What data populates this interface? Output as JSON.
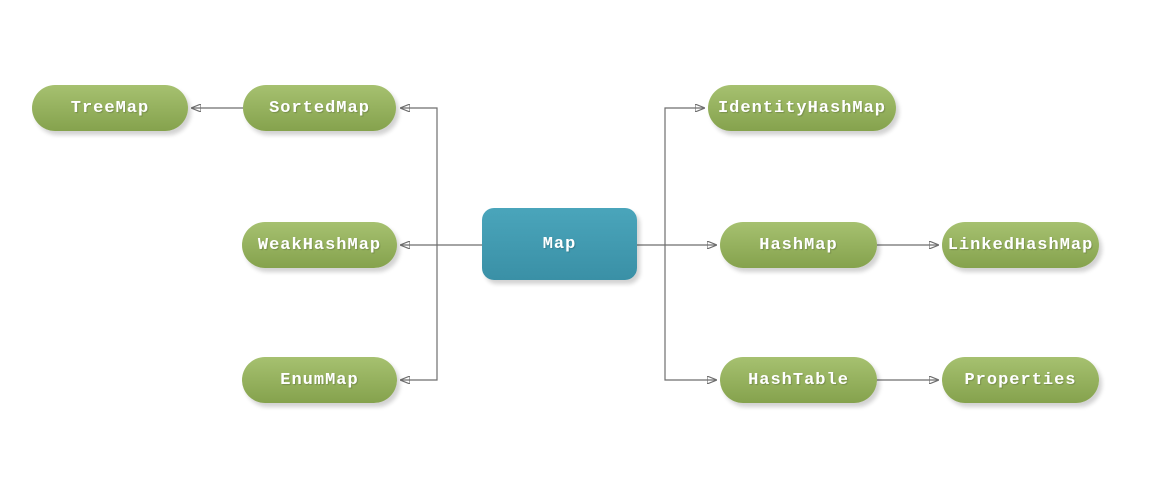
{
  "diagram": {
    "type": "class-hierarchy",
    "nodes": {
      "map": {
        "label": "Map",
        "shape": "rounded-rect",
        "color_top": "#4aa5bb",
        "color_bottom": "#3a90a6"
      },
      "sortedmap": {
        "label": "SortedMap",
        "shape": "pill",
        "color_top": "#a6c170",
        "color_bottom": "#85a24d"
      },
      "treemap": {
        "label": "TreeMap",
        "shape": "pill",
        "color_top": "#a6c170",
        "color_bottom": "#85a24d"
      },
      "weakhashmap": {
        "label": "WeakHashMap",
        "shape": "pill",
        "color_top": "#a6c170",
        "color_bottom": "#85a24d"
      },
      "enummap": {
        "label": "EnumMap",
        "shape": "pill",
        "color_top": "#a6c170",
        "color_bottom": "#85a24d"
      },
      "identityhashmap": {
        "label": "IdentityHashMap",
        "shape": "pill",
        "color_top": "#a6c170",
        "color_bottom": "#85a24d"
      },
      "hashmap": {
        "label": "HashMap",
        "shape": "pill",
        "color_top": "#a6c170",
        "color_bottom": "#85a24d"
      },
      "linkedhashmap": {
        "label": "LinkedHashMap",
        "shape": "pill",
        "color_top": "#a6c170",
        "color_bottom": "#85a24d"
      },
      "hashtable": {
        "label": "HashTable",
        "shape": "pill",
        "color_top": "#a6c170",
        "color_bottom": "#85a24d"
      },
      "properties": {
        "label": "Properties",
        "shape": "pill",
        "color_top": "#a6c170",
        "color_bottom": "#85a24d"
      }
    },
    "edges": [
      {
        "from": "Map",
        "to": "SortedMap"
      },
      {
        "from": "SortedMap",
        "to": "TreeMap"
      },
      {
        "from": "Map",
        "to": "WeakHashMap"
      },
      {
        "from": "Map",
        "to": "EnumMap"
      },
      {
        "from": "Map",
        "to": "IdentityHashMap"
      },
      {
        "from": "Map",
        "to": "HashMap"
      },
      {
        "from": "HashMap",
        "to": "LinkedHashMap"
      },
      {
        "from": "Map",
        "to": "HashTable"
      },
      {
        "from": "HashTable",
        "to": "Properties"
      }
    ]
  },
  "colors": {
    "green_top": "#a6c170",
    "green_bottom": "#85a24d",
    "teal_top": "#4aa5bb",
    "teal_bottom": "#3a90a6",
    "line": "#6e6e6e",
    "text": "#ffffff"
  }
}
